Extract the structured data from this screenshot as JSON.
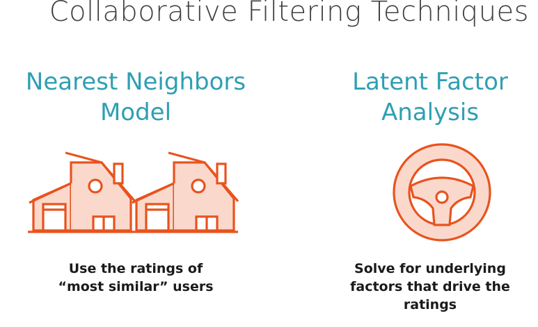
{
  "slide": {
    "title": "Collaborative Filtering Techniques"
  },
  "columns": [
    {
      "heading_line1": "Nearest Neighbors",
      "heading_line2": "Model",
      "icon": "houses-icon",
      "caption_line1": "Use the ratings of",
      "caption_line2": "“most similar” users"
    },
    {
      "heading_line1": "Latent Factor",
      "heading_line2": "Analysis",
      "icon": "steering-wheel-icon",
      "caption_line1": "Solve for underlying",
      "caption_line2": "factors that drive the",
      "caption_line3": "ratings"
    }
  ],
  "colors": {
    "title": "#404040",
    "heading": "#2f9fb3",
    "icon_stroke": "#e8531e",
    "icon_fill": "#fad9cc",
    "caption": "#1a1a1a"
  }
}
